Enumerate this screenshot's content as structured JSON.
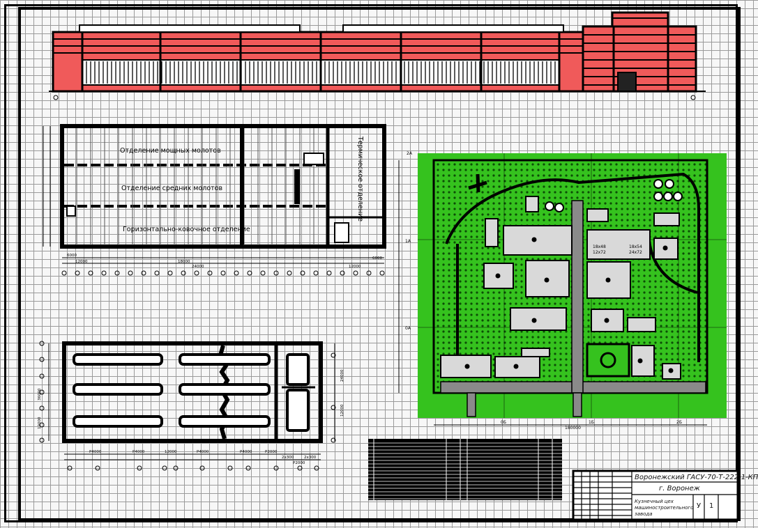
{
  "sheet": {
    "plan_room_labels": [
      "Отделение мощных молотов",
      "Отделение средних молотов",
      "Горизонтально-ковочное отделение",
      "Термическое отделение"
    ],
    "site_plan": {
      "row_labels": [
        "2А",
        "1А",
        "0А"
      ],
      "column_labels": [
        "0Б",
        "1Б",
        "2Б"
      ],
      "building_labels": [
        "18х48",
        "12х72",
        "18х54",
        "24х72"
      ],
      "width_dim": "180000"
    },
    "dimensions": {
      "plan_bottom": [
        "6000",
        "12000",
        "18000",
        "24000",
        "12000",
        "6000"
      ],
      "section_bottom": [
        "Р4000",
        "Р4000",
        "12000",
        "Р4000",
        "Р4000",
        "Р2000",
        "2х300",
        "Р2000",
        "2х300"
      ],
      "section_left": [
        "36000",
        "12000"
      ],
      "section_right": [
        "24000",
        "12000"
      ]
    },
    "title_block": {
      "city": "г. Воронеж",
      "code": "Воронежский ГАСУ-70-Т-222-1-КП",
      "caption": "Кузнечный цех машиностроительного завода",
      "sheet_marks": [
        "У",
        "1"
      ]
    },
    "colors": {
      "brick": "#f05a5a",
      "grass": "#35c21e",
      "grass_dark": "#1f9a12",
      "building_fill": "#d9d9d9",
      "ink": "#000000"
    }
  }
}
